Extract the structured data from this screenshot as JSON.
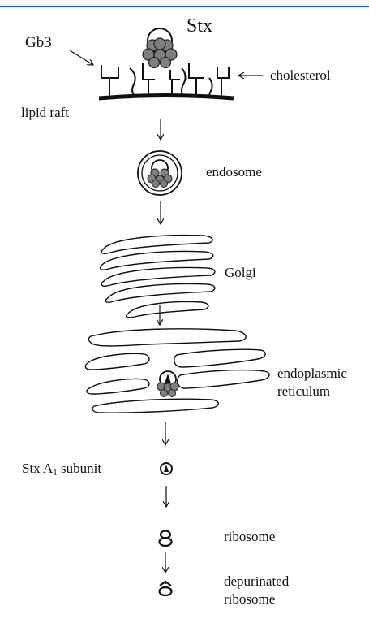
{
  "colors": {
    "top_rule": "#1f5fbf",
    "line": "#111111",
    "subunit_fill": "#7f7f7f",
    "subunit_stroke": "#222222"
  },
  "labels": {
    "stx": "Stx",
    "gb3": "Gb3",
    "cholesterol": "cholesterol",
    "lipid_raft": "lipid raft",
    "endosome": "endosome",
    "golgi": "Golgi",
    "er_line1": "endoplasmic",
    "er_line2": "reticulum",
    "stx_a1_prefix": "Stx A",
    "stx_a1_sub": "1",
    "stx_a1_suffix": " subunit",
    "ribosome": "ribosome",
    "depurinated_line1": "depurinated",
    "depurinated_line2": "ribosome"
  }
}
